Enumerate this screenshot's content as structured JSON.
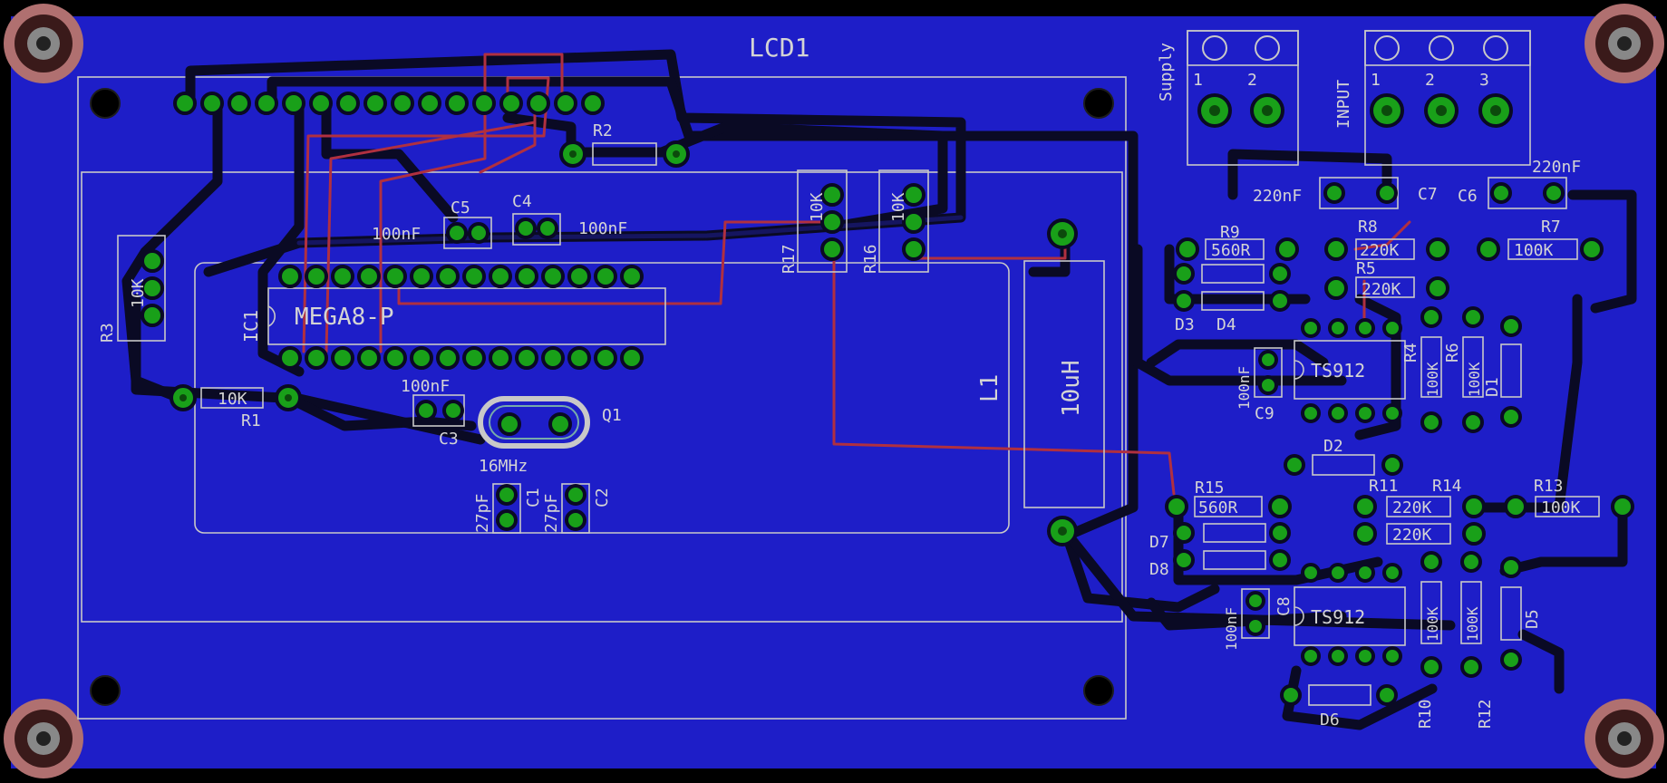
{
  "colors": {
    "board": "#1e1ec8",
    "copper_pad": "#19a019",
    "top_trace": "#b03040",
    "silkscreen": "#c8c8c8",
    "background": "#000000"
  },
  "labels": {
    "lcd": "LCD1",
    "mcu_ref": "IC1",
    "mcu_name": "MEGA8-P",
    "supply": "Supply",
    "input": "INPUT",
    "r1": "R1",
    "r1v": "10K",
    "r2": "R2",
    "r3": "R3",
    "r3v": "10K",
    "r4": "R4",
    "r4v": "100K",
    "r5": "R5",
    "r5v": "220K",
    "r6": "R6",
    "r6v": "100K",
    "r7": "R7",
    "r7v": "100K",
    "r8": "R8",
    "r8v": "220K",
    "r9": "R9",
    "r9v": "560R",
    "r10": "R10",
    "r10v": "100K",
    "r11": "R11",
    "r11v": "220K",
    "r12": "R12",
    "r12v": "100K",
    "r13": "R13",
    "r13v": "100K",
    "r14": "R14",
    "r14v": "220K",
    "r15": "R15",
    "r15v": "560R",
    "r16": "R16",
    "r16v": "10K",
    "r17": "R17",
    "r17v": "10K",
    "c1": "C1",
    "c1v": "27pF",
    "c2": "C2",
    "c2v": "27pF",
    "c3": "C3",
    "c3v": "100nF",
    "c4": "C4",
    "c4v": "100nF",
    "c5": "C5",
    "c5v": "100nF",
    "c6": "C6",
    "c6v": "220nF",
    "c7": "C7",
    "c7v": "220nF",
    "c8": "C8",
    "c8v": "100nF",
    "c9": "C9",
    "c9v": "100nF",
    "q1": "Q1",
    "q1v": "16MHz",
    "l1": "L1",
    "l1v": "10uH",
    "d1": "D1",
    "d2": "D2",
    "d3": "D3",
    "d4": "D4",
    "d5": "D5",
    "d6": "D6",
    "d7": "D7",
    "d8": "D8",
    "op1": "TS912",
    "op2": "TS912",
    "pin1": "1",
    "pin2": "2",
    "pin3": "3"
  }
}
